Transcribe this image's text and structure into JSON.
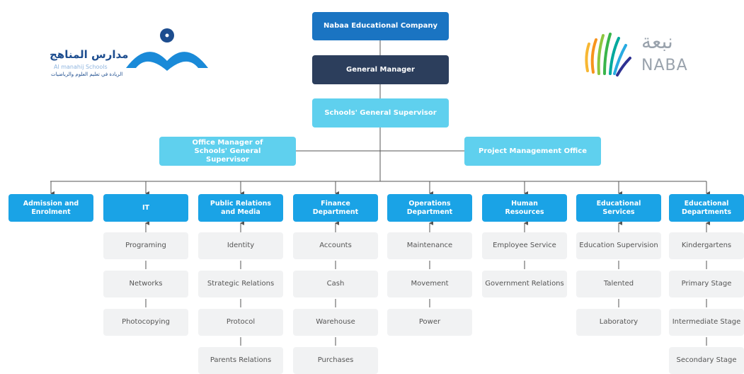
{
  "logos": {
    "left_arabic": "مدارس المناهج",
    "left_english": "Al manahij Schools",
    "left_tagline": "الريادة في تعليم العلوم والرياضيات",
    "right_arabic": "نبعة",
    "right_english": "NABA"
  },
  "top": {
    "company": "Nabaa Educational Company",
    "gm": "General Manager",
    "supervisor": "Schools' General Supervisor",
    "office_manager": "Office Manager of Schools' General Supervisor",
    "pmo": "Project Management Office"
  },
  "departments": [
    {
      "label": "Admission and Enrolment",
      "items": []
    },
    {
      "label": "IT",
      "items": [
        "Programing",
        "Networks",
        "Photocopying"
      ]
    },
    {
      "label": "Public Relations and Media",
      "items": [
        "Identity",
        "Strategic Relations",
        "Protocol",
        "Parents Relations"
      ]
    },
    {
      "label": "Finance Department",
      "items": [
        "Accounts",
        "Cash",
        "Warehouse",
        "Purchases"
      ]
    },
    {
      "label": "Operations Department",
      "items": [
        "Maintenance",
        "Movement",
        "Power"
      ]
    },
    {
      "label": "Human Resources",
      "items": [
        "Employee Service",
        "Government Relations"
      ]
    },
    {
      "label": "Educational Services",
      "items": [
        "Education Supervision",
        "Talented",
        "Laboratory"
      ]
    },
    {
      "label": "Educational Departments",
      "items": [
        "Kindergartens",
        "Primary Stage",
        "Intermediate Stage",
        "Secondary Stage"
      ]
    }
  ],
  "colors": {
    "dark_blue": "#1a74c2",
    "navy": "#2c3e5c",
    "light_cyan": "#5fd0ee",
    "dept_blue": "#1aa3e6",
    "sub_bg": "#f1f2f3",
    "line": "#555555"
  }
}
